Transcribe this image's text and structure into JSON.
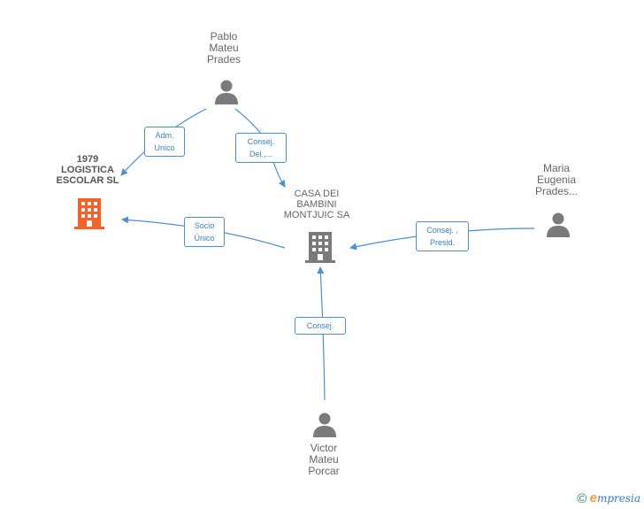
{
  "colors": {
    "edge": "#4a8fd8",
    "person_icon": "#7a7a7a",
    "company_icon": "#7a7a7a",
    "focus_company_icon": "#f4622a"
  },
  "nodes": {
    "pablo": {
      "type": "person",
      "lines": [
        "Pablo",
        "Mateu",
        "Prades"
      ]
    },
    "logistica": {
      "type": "company-focus",
      "lines": [
        "1979",
        "LOGISTICA",
        "ESCOLAR SL"
      ]
    },
    "casa": {
      "type": "company",
      "lines": [
        "CASA DEI",
        "BAMBINI",
        "MONTJUIC SA"
      ]
    },
    "maria": {
      "type": "person",
      "lines": [
        "Maria",
        "Eugenia",
        "Prades..."
      ]
    },
    "victor": {
      "type": "person",
      "lines": [
        "Victor",
        "Mateu",
        "Porcar"
      ]
    }
  },
  "edges": {
    "pablo_logistica": {
      "lines": [
        "Adm.",
        "Unico"
      ]
    },
    "pablo_casa": {
      "lines": [
        "Consej.",
        "Del.,..."
      ]
    },
    "casa_logistica": {
      "lines": [
        "Socio",
        "Único"
      ]
    },
    "maria_casa": {
      "lines": [
        "Consej. ,",
        "Presid."
      ]
    },
    "victor_casa": {
      "lines": [
        "Consej."
      ]
    }
  },
  "brand": {
    "copyright": "©",
    "e": "e",
    "rest": "mpresia"
  }
}
